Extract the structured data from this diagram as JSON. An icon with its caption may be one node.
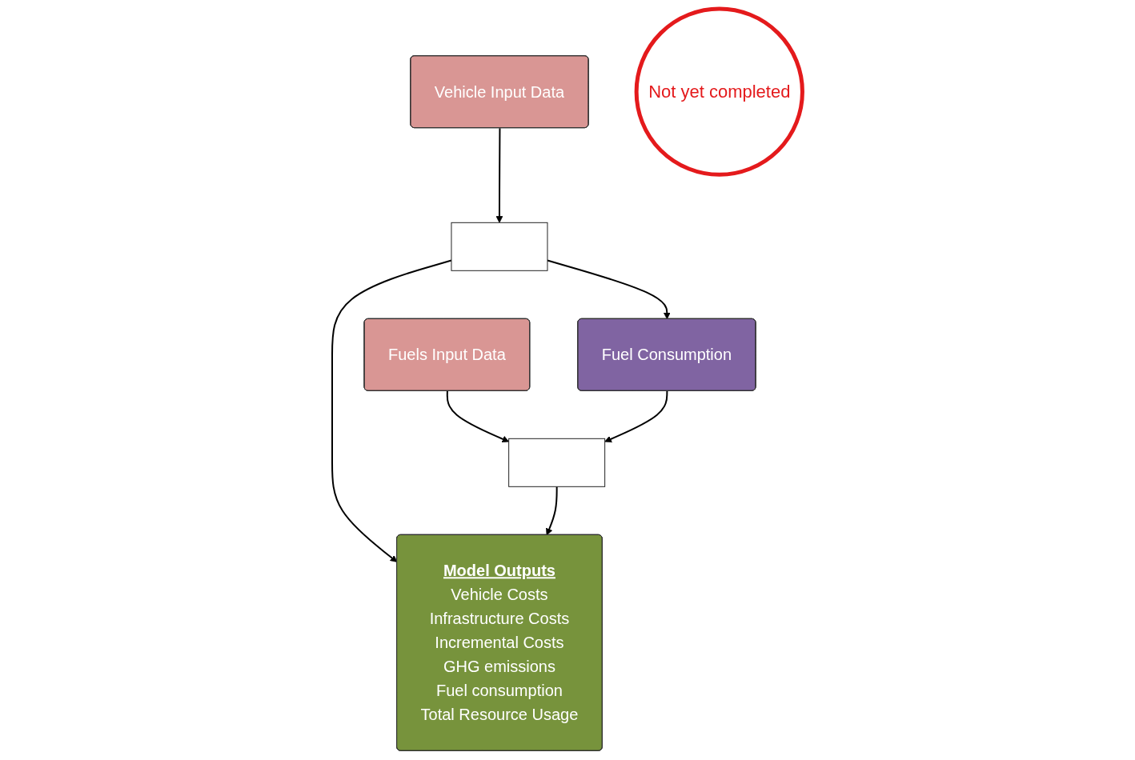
{
  "diagram": {
    "nodes": [
      {
        "text": [
          "Vehicle Input Data"
        ]
      },
      {
        "text": [
          "Fuels Input Data"
        ]
      },
      {
        "text": [],
        "shape": "box"
      },
      {
        "text": [
          "Fuel Consumption"
        ]
      },
      {
        "text": [],
        "shape": "box"
      },
      {
        "text": [
          "Not yet completed"
        ]
      },
      {
        "text": [
          "Model Outputs",
          "Vehicle Costs",
          "Infrastructure Costs",
          "Incremental Costs",
          "GHG emissions",
          "Fuel consumption",
          "Total Resource Usage"
        ]
      }
    ],
    "edges": [
      {
        "from": 0,
        "to": 2,
        "arrow": "to"
      },
      {
        "from": 1,
        "to": 4,
        "arrow": "to"
      },
      {
        "from": 2,
        "to": 3,
        "arrow": "to"
      },
      {
        "from": 3,
        "to": 4,
        "arrow": "to"
      },
      {
        "from": 2,
        "to": 6,
        "arrow": "to"
      },
      {
        "from": 4,
        "to": 6,
        "arrow": "to"
      }
    ]
  }
}
